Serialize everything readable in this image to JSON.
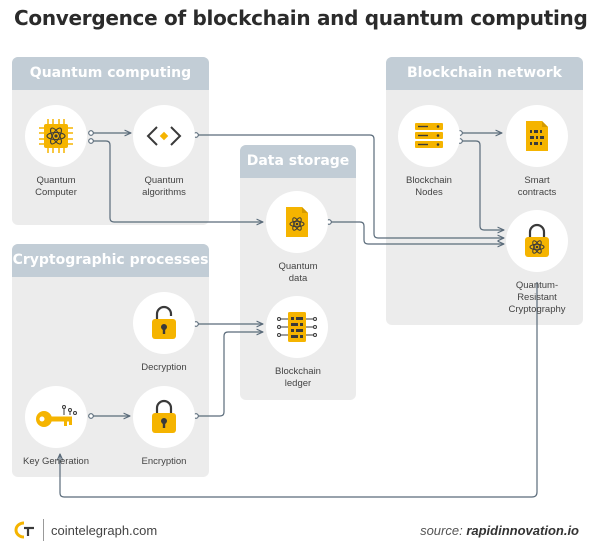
{
  "title": "Convergence of blockchain and quantum computing",
  "panels": {
    "quantum_computing": "Quantum computing",
    "blockchain_network": "Blockchain network",
    "data_storage": "Data storage",
    "cryptographic_processes": "Cryptographic processes"
  },
  "nodes": {
    "quantum_computer": [
      "Quantum",
      "Computer"
    ],
    "quantum_algorithms": [
      "Quantum",
      "algorithms"
    ],
    "blockchain_nodes": [
      "Blockchain",
      "Nodes"
    ],
    "smart_contracts": [
      "Smart",
      "contracts"
    ],
    "quantum_resistant_cryptography": [
      "Quantum-",
      "Resistant",
      "Cryptography"
    ],
    "quantum_data": [
      "Quantum",
      "data"
    ],
    "blockchain_ledger": [
      "Blockchain",
      "ledger"
    ],
    "decryption": [
      "Decryption"
    ],
    "key_generation": [
      "Key Generation"
    ],
    "encryption": [
      "Encryption"
    ]
  },
  "footer": {
    "site": "cointelegraph.com",
    "source_prefix": "source: ",
    "source_name": "rapidinnovation.io"
  },
  "colors": {
    "accent": "#f5b400",
    "panel_bg": "#ececec",
    "panel_header": "#c2cdd6",
    "connector": "#5a6b7a"
  }
}
